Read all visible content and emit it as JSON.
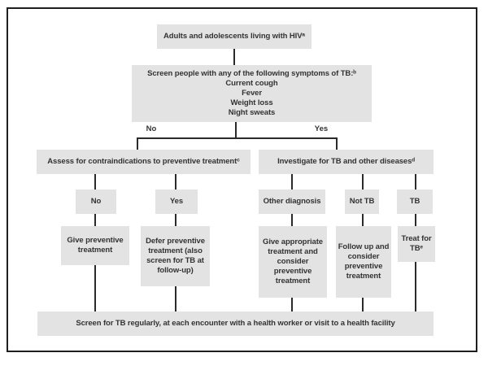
{
  "palette": {
    "box_bg": "#e3e3e3",
    "line_color": "#2b2b2b",
    "text_color": "#333333",
    "border_color": "#1f1f1f",
    "background": "#ffffff"
  },
  "flowchart": {
    "root_box": "Adults and adolescents living with HIVᵃ",
    "screen_box": {
      "title": "Screen people with any of the following symptoms of TB:ᵇ",
      "symptoms": [
        "Current cough",
        "Fever",
        "Weight loss",
        "Night sweats"
      ]
    },
    "no_label": "No",
    "yes_label": "Yes",
    "assess_box": "Assess for contraindications to preventive treatmentᶜ",
    "investigate_box": "Investigate for TB and other diseasesᵈ",
    "decisions": [
      "No",
      "Yes",
      "Other diagnosis",
      "Not TB",
      "TB"
    ],
    "actions": [
      "Give preventive treatment",
      "Defer preventive treatment (also screen for TB at follow-up)",
      "Give appropriate treatment and consider preventive treatment",
      "Follow up and consider preventive treatment",
      "Treat for TBᵉ"
    ],
    "footer_box": "Screen for TB regularly, at each encounter with a health worker or visit to a health facility"
  }
}
